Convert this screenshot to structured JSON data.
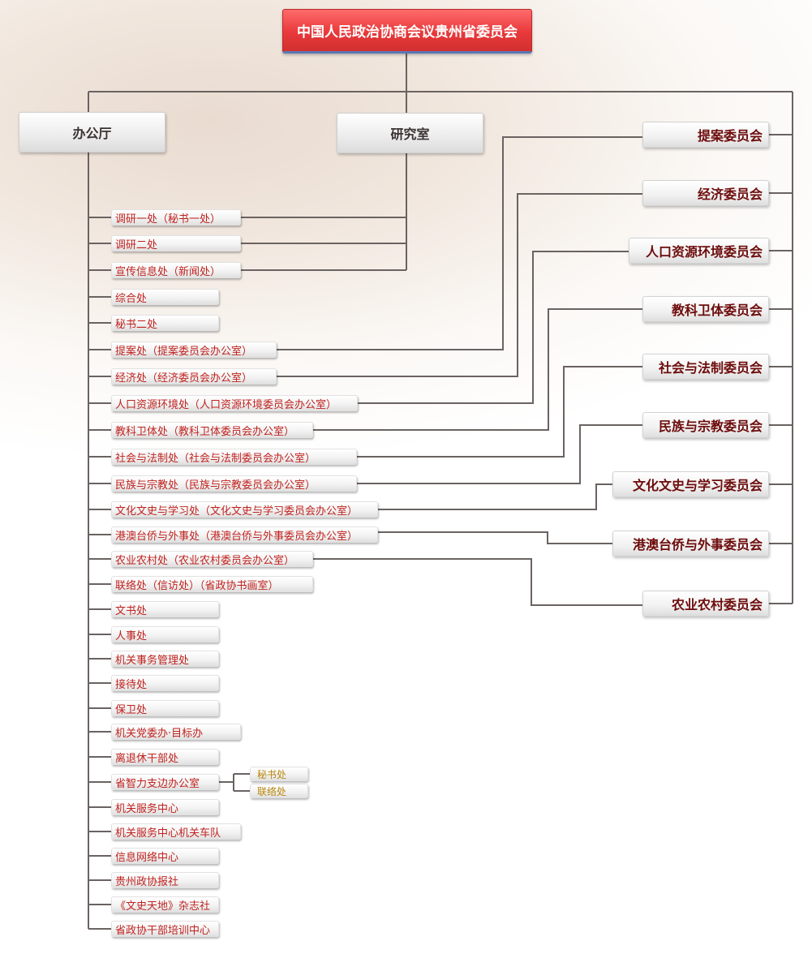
{
  "root": {
    "label": "中国人民政治协商会议贵州省委员会"
  },
  "top_units": [
    {
      "label": "办公厅"
    },
    {
      "label": "研究室"
    }
  ],
  "committees": [
    "提案委员会",
    "经济委员会",
    "人口资源环境委员会",
    "教科卫体委员会",
    "社会与法制委员会",
    "民族与宗教委员会",
    "文化文史与学习委员会",
    "港澳台侨与外事委员会",
    "农业农村委员会"
  ],
  "departments": [
    "调研一处（秘书一处）",
    "调研二处",
    "宣传信息处（新闻处）",
    "综合处",
    "秘书二处",
    "提案处（提案委员会办公室）",
    "经济处（经济委员会办公室）",
    "人口资源环境处（人口资源环境委员会办公室）",
    "教科卫体处（教科卫体委员会办公室）",
    "社会与法制处（社会与法制委员会办公室）",
    "民族与宗教处（民族与宗教委员会办公室）",
    "文化文史与学习处（文化文史与学习委员会办公室）",
    "港澳台侨与外事处（港澳台侨与外事委员会办公室）",
    "农业农村处（农业农村委员会办公室）",
    "联络处（信访处）（省政协书画室）",
    "文书处",
    "人事处",
    "机关事务管理处",
    "接待处",
    "保卫处",
    "机关党委办·目标办",
    "离退休干部处",
    "省智力支边办公室",
    "机关服务中心",
    "机关服务中心机关车队",
    "信息网络中心",
    "贵州政协报社",
    "《文史天地》杂志社",
    "省政协干部培训中心"
  ],
  "sub_units": [
    "秘书处",
    "联络处"
  ]
}
